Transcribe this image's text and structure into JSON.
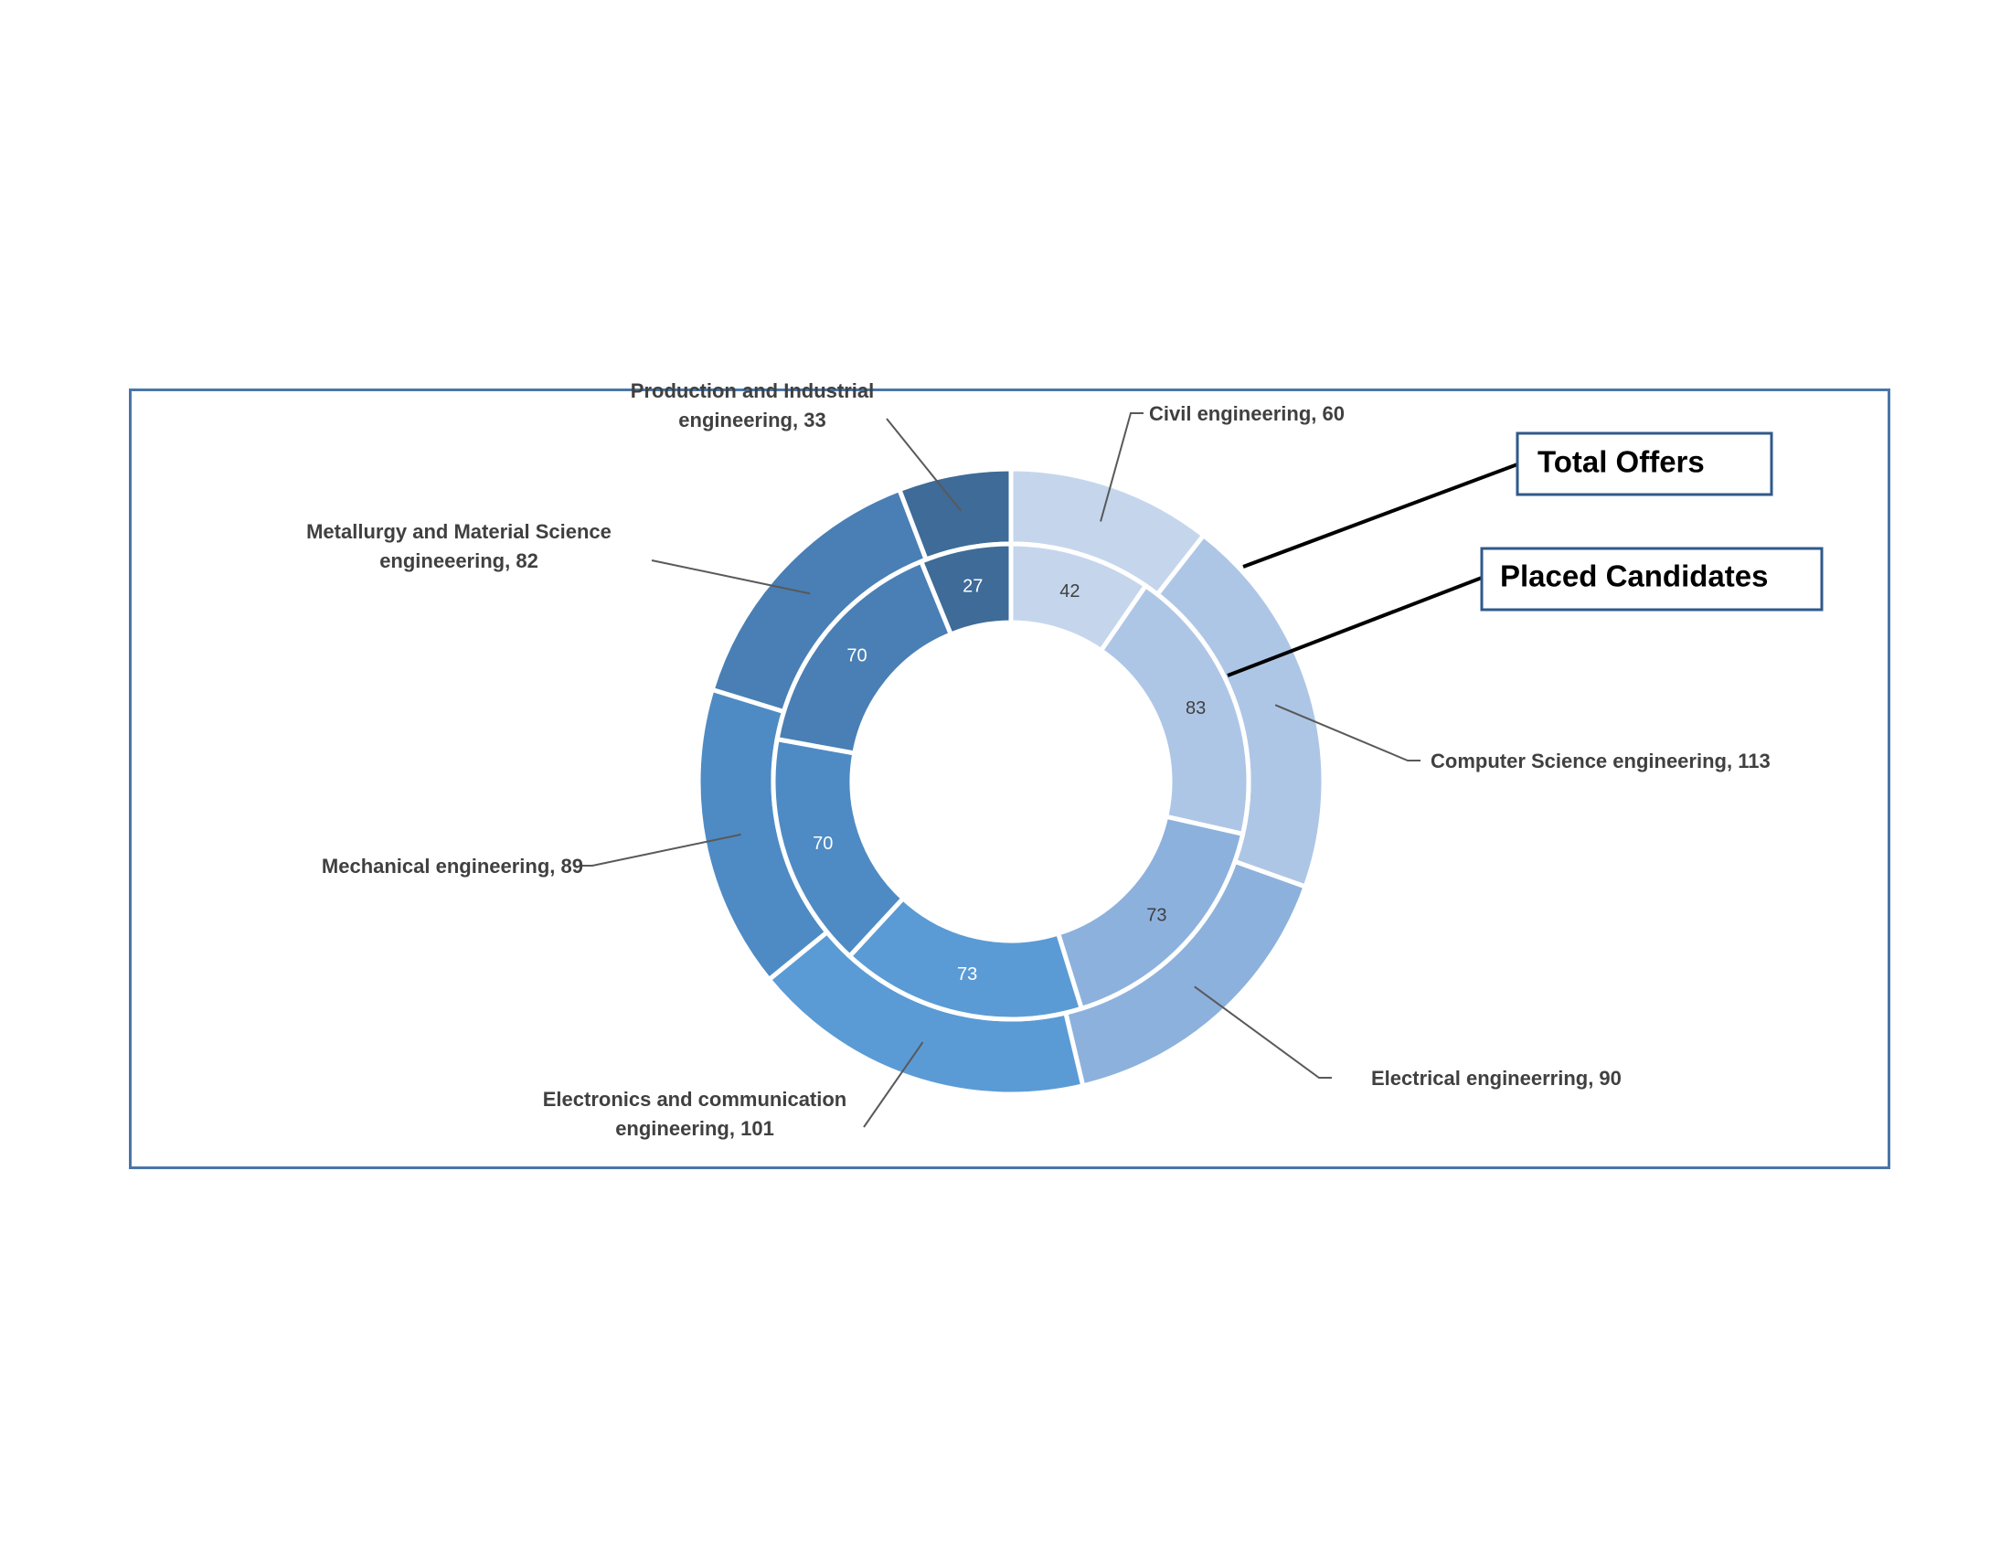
{
  "chart_data": {
    "type": "doughnut",
    "categories": [
      "Civil engineering",
      "Computer Science engineering",
      "Electrical engineerring",
      "Electronics and communication engineering",
      "Mechanical engineering",
      "Metallurgy and Material Science engineeering",
      "Production and Industrial engineering"
    ],
    "series": [
      {
        "name": "Placed Candidates",
        "ring": "inner",
        "values": [
          42,
          83,
          73,
          73,
          70,
          70,
          27
        ]
      },
      {
        "name": "Total Offers",
        "ring": "outer",
        "values": [
          60,
          113,
          90,
          101,
          89,
          82,
          33
        ]
      }
    ],
    "colors": [
      "#c5d6ec",
      "#aec6e6",
      "#8cb1dd",
      "#5b9bd5",
      "#4e8bc4",
      "#497fb5",
      "#3e6b98"
    ],
    "value_label_colors": [
      "#404040",
      "#404040",
      "#404040",
      "#ffffff",
      "#ffffff",
      "#ffffff",
      "#ffffff"
    ],
    "outer_labels": [
      [
        "Civil engineering, 60"
      ],
      [
        "Computer Science engineering, 113"
      ],
      [
        "Electrical engineerring, 90"
      ],
      [
        "Electronics and communication",
        "engineering, 101"
      ],
      [
        "Mechanical engineering, 89"
      ],
      [
        "Metallurgy and Material Science",
        "engineeering, 82"
      ],
      [
        "Production and Industrial",
        "engineering, 33"
      ]
    ],
    "callouts": {
      "total_offers": "Total Offers",
      "placed_candidates": "Placed Candidates"
    },
    "frame_color": "#4a76a8"
  }
}
